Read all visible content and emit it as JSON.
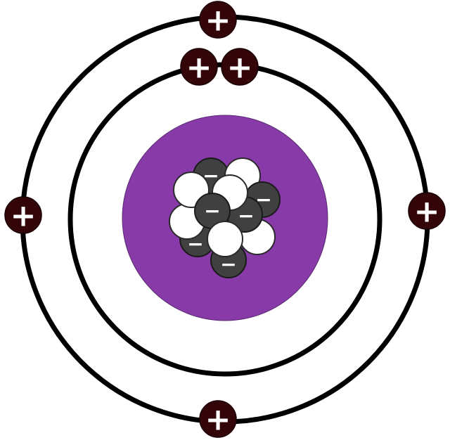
{
  "diagram": {
    "colors": {
      "background": "#ffffff",
      "orbit_stroke": "#000000",
      "nucleus_fill": "#873aa8",
      "nucleus_stroke": "#5a2a70",
      "outer_particle_fill": "#330408",
      "outer_particle_stroke": "#1a0204",
      "outer_particle_symbol": "#ffffff",
      "white_particle_fill": "#ffffff",
      "white_particle_stroke": "#2a2a2a",
      "dark_particle_fill": "#404040",
      "dark_particle_stroke": "#1a1a1a",
      "dark_particle_symbol": "#ffffff"
    },
    "symbols": {
      "plus": "+",
      "minus": "−"
    },
    "counts": {
      "orbits": 2,
      "outer_particles_total": 6,
      "outer_particles_inner_orbit": 2,
      "outer_particles_outer_orbit": 4,
      "nucleus_white_particles": 6,
      "nucleus_dark_particles": 6
    }
  }
}
